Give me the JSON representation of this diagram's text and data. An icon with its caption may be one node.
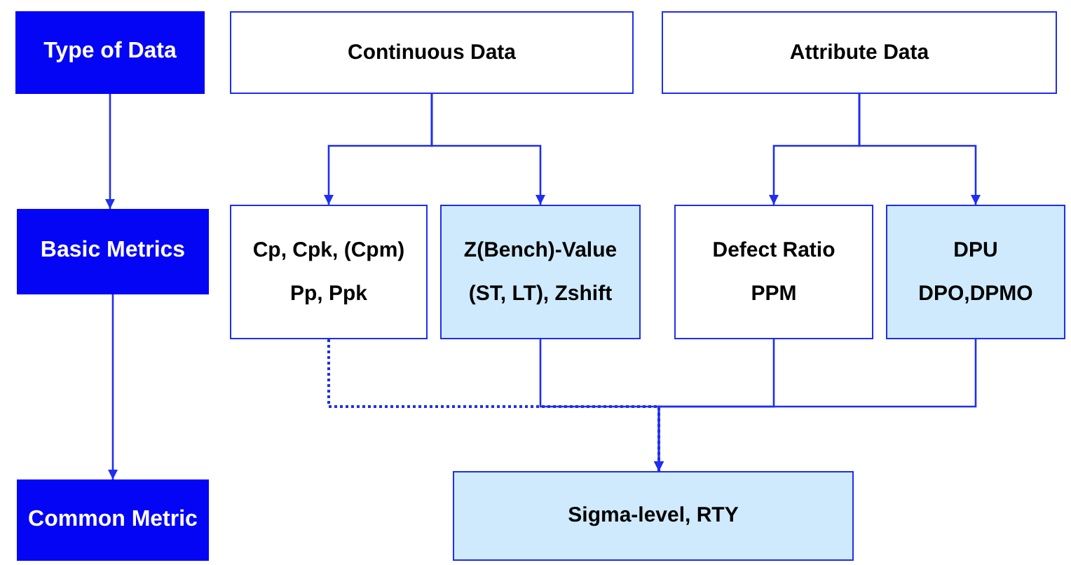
{
  "diagram": {
    "nodes": [
      {
        "text": [
          "Type of Data"
        ]
      },
      {
        "text": [
          "Continuous Data"
        ]
      },
      {
        "text": [
          "Attribute Data"
        ]
      },
      {
        "text": [
          "Basic Metrics"
        ]
      },
      {
        "text": [
          "Cp, Cpk, (Cpm)",
          "Pp, Ppk"
        ]
      },
      {
        "text": [
          "Z(Bench)-Value",
          "(ST, LT), Zshift"
        ]
      },
      {
        "text": [
          "Defect Ratio",
          "PPM"
        ]
      },
      {
        "text": [
          "DPU",
          "DPO,DPMO"
        ]
      },
      {
        "text": [
          "Common Metric"
        ]
      },
      {
        "text": [
          "Sigma-level, RTY"
        ]
      }
    ],
    "edges": [
      {
        "from": 0,
        "to": 3,
        "arrow": "to"
      },
      {
        "from": 3,
        "to": 8,
        "arrow": "to"
      },
      {
        "from": 1,
        "to": 4,
        "arrow": "to"
      },
      {
        "from": 1,
        "to": 5,
        "arrow": "to"
      },
      {
        "from": 2,
        "to": 6,
        "arrow": "to"
      },
      {
        "from": 2,
        "to": 7,
        "arrow": "to"
      },
      {
        "from": 4,
        "to": 9,
        "arrow": "to",
        "style": "dashed"
      },
      {
        "from": 5,
        "to": 9,
        "arrow": "to"
      },
      {
        "from": 6,
        "to": 9,
        "arrow": "to"
      },
      {
        "from": 7,
        "to": 9,
        "arrow": "to"
      }
    ]
  }
}
